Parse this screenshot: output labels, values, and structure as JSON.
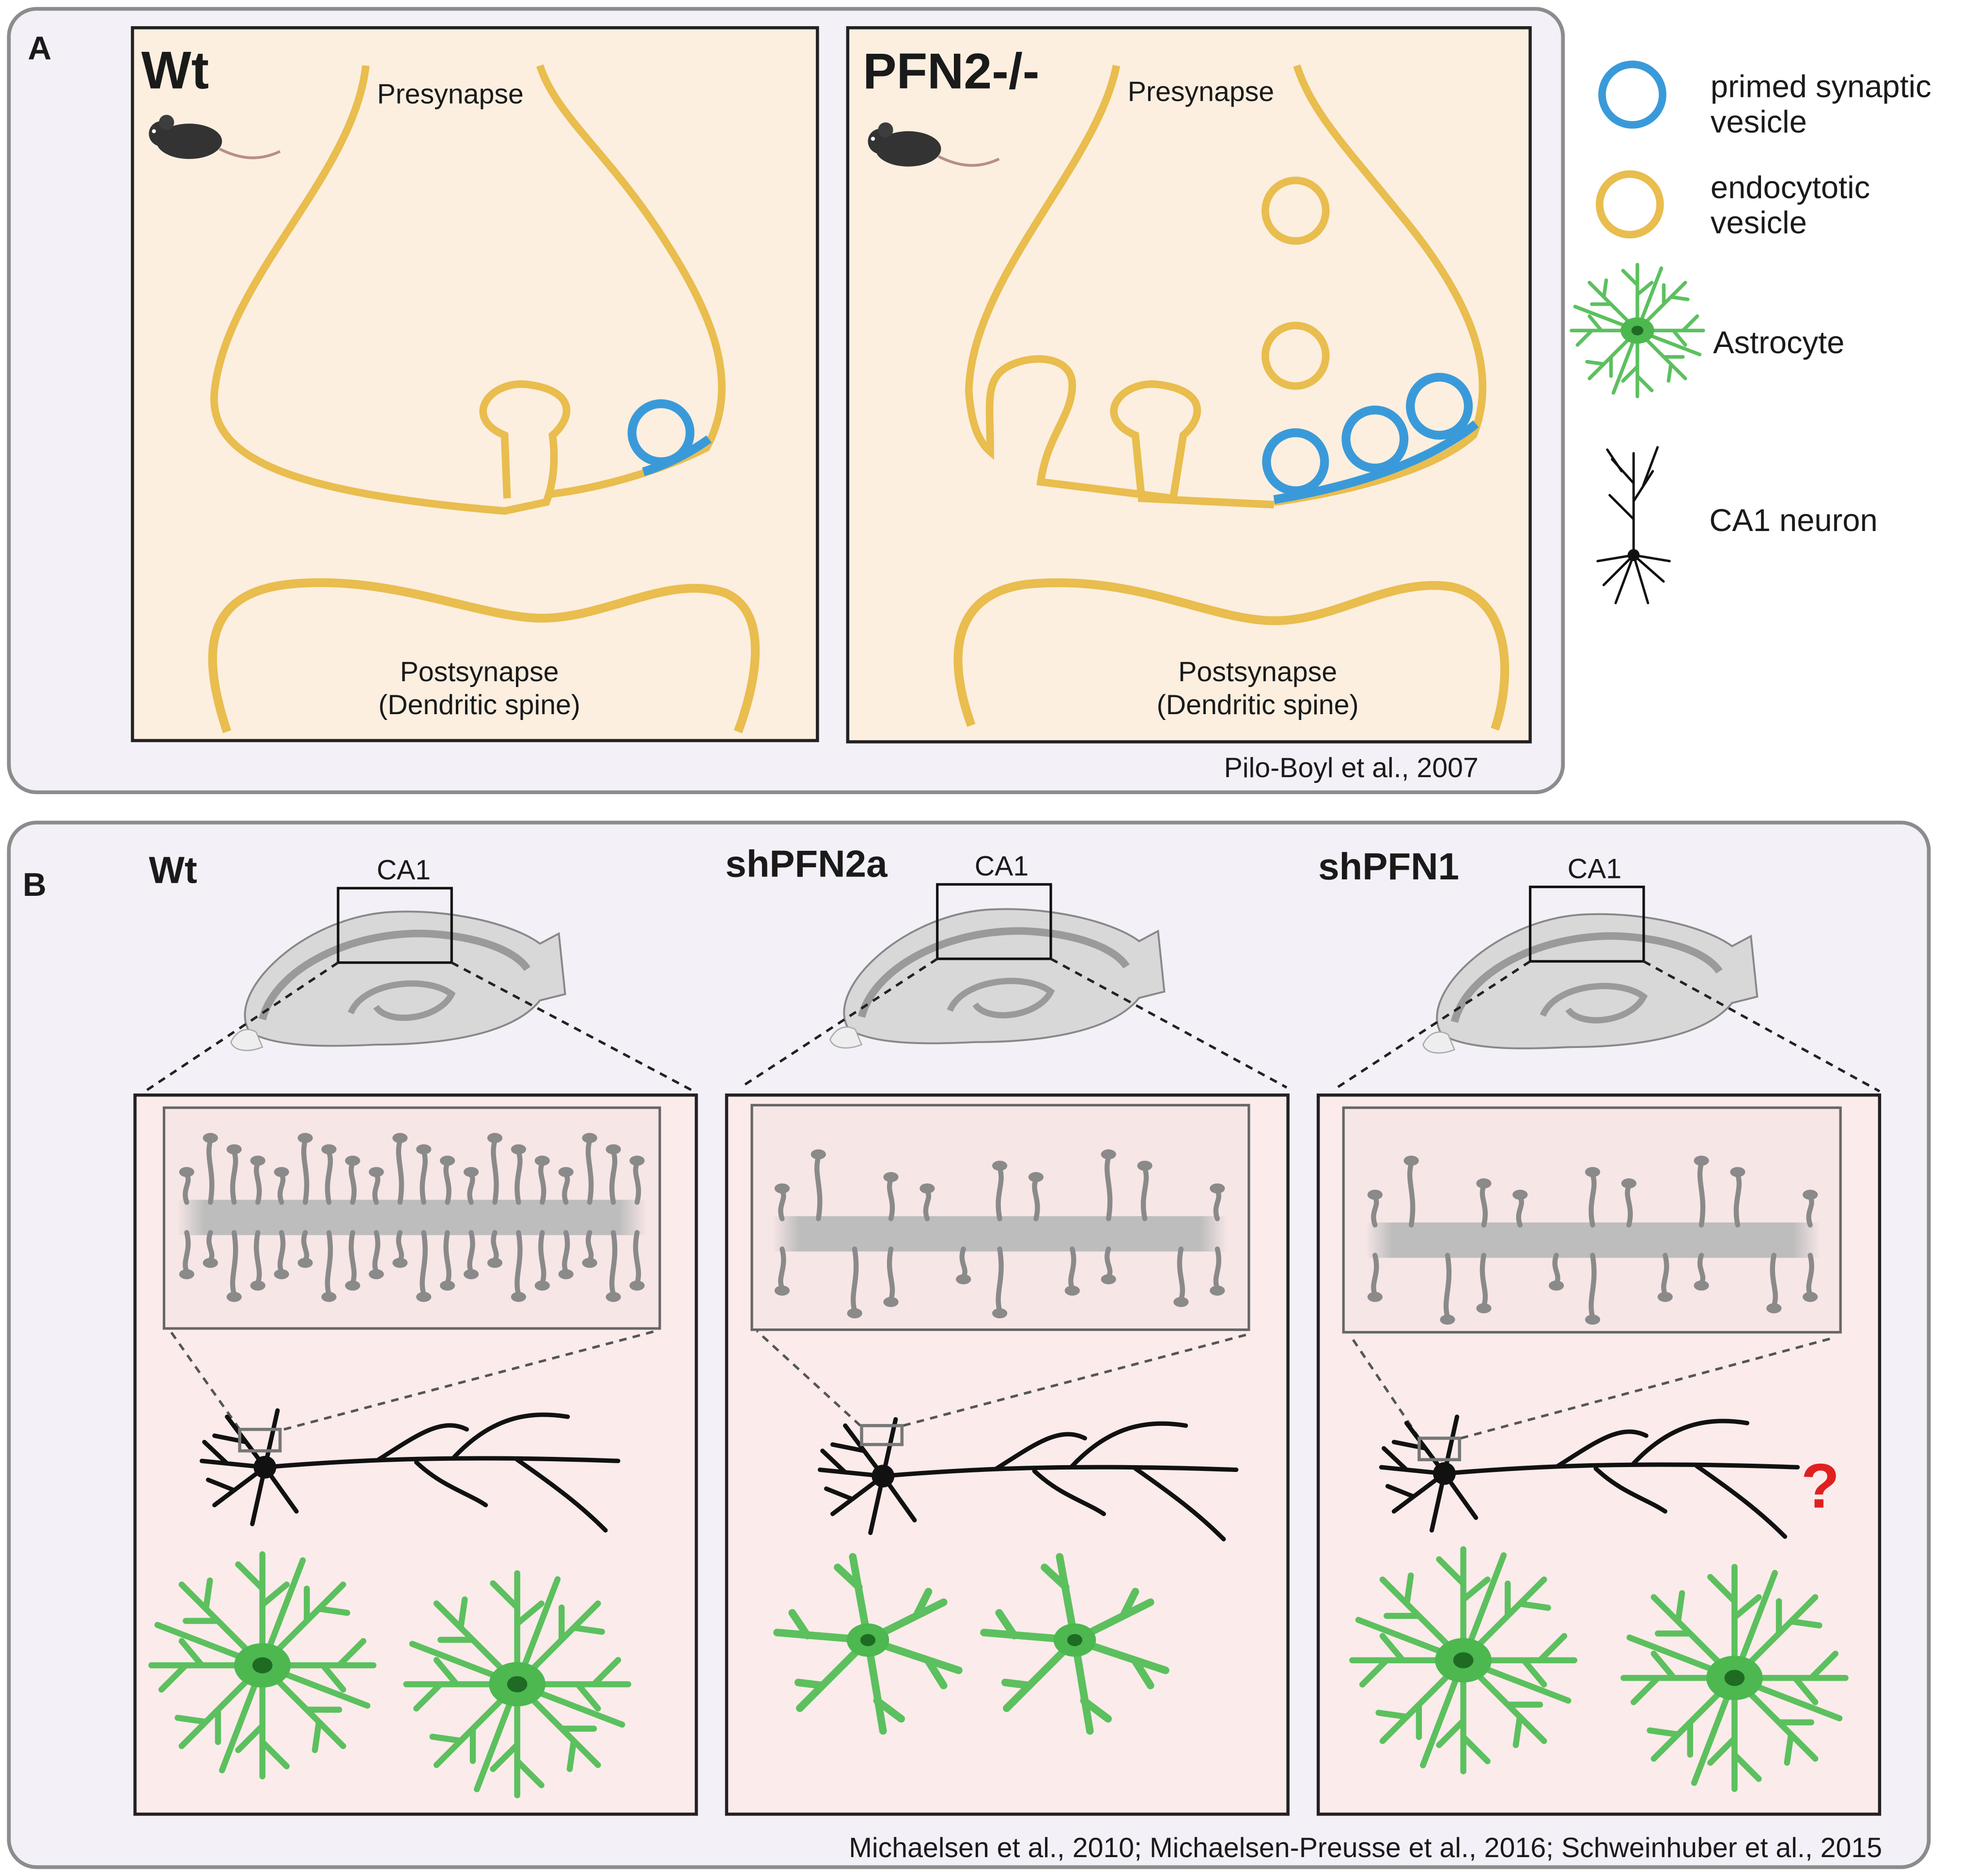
{
  "panelA": {
    "letter": "A",
    "left": {
      "title": "Wt",
      "pre": "Presynapse",
      "post1": "Postsynapse",
      "post2": "(Dendritic spine)"
    },
    "right": {
      "title": "PFN2-/-",
      "pre": "Presynapse",
      "post1": "Postsynapse",
      "post2": "(Dendritic spine)"
    },
    "citation": "Pilo-Boyl et al., 2007"
  },
  "legend": {
    "primed1": "primed synaptic",
    "primed2": "vesicle",
    "endo1": "endocytotic",
    "endo2": "vesicle",
    "astro": "Astrocyte",
    "neuron": "CA1 neuron"
  },
  "panelB": {
    "letter": "B",
    "conditions": [
      {
        "title": "Wt",
        "region": "CA1"
      },
      {
        "title": "shPFN2a",
        "region": "CA1"
      },
      {
        "title": "shPFN1",
        "region": "CA1"
      }
    ],
    "question": "?",
    "citation": "Michaelsen et al., 2010; Michaelsen-Preusse et al., 2016;  Schweinhuber et al., 2015"
  },
  "colors": {
    "membrane": "#e9bd4e",
    "primed_vesicle": "#3a9ad9",
    "astrocyte": "#5cc05e",
    "panel_bg": "#f3f0f7",
    "synapse_bg": "#fcefe0",
    "cell_bg": "#fbebeb",
    "question": "#e02020"
  },
  "icons": [
    "mouse-icon",
    "astrocyte-icon",
    "ca1-neuron-icon",
    "hippocampus-icon"
  ]
}
